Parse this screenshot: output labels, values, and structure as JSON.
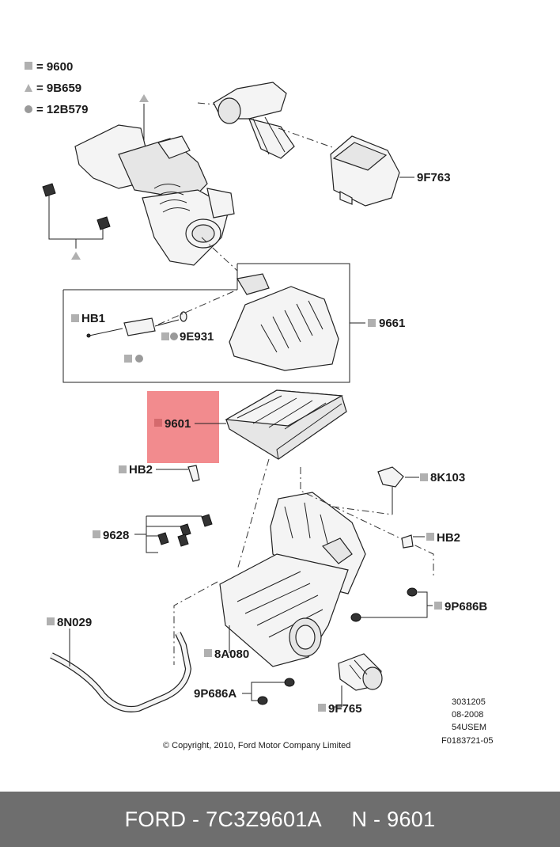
{
  "legend": [
    {
      "symbol": "square-icon",
      "text": "= 9600"
    },
    {
      "symbol": "triangle-icon",
      "text": "= 9B659"
    },
    {
      "symbol": "circle-icon",
      "text": "= 12B579"
    }
  ],
  "callouts": {
    "c9F763": "9F763",
    "cHB1": "HB1",
    "c9E931": "9E931",
    "c9661": "9661",
    "c9601": "9601",
    "cHB2a": "HB2",
    "c8K103": "8K103",
    "c9628": "9628",
    "cHB2b": "HB2",
    "c9P686B": "9P686B",
    "c8N029": "8N029",
    "c8A080": "8A080",
    "c9P686A": "9P686A",
    "c9F765": "9F765"
  },
  "stamp": {
    "line1": "3031205",
    "line2": "08-2008",
    "line3": "54USEM",
    "line4": "F0183721-05"
  },
  "copyright": "© Copyright, 2010, Ford Motor Company Limited",
  "highlight_color": "#f28b8e",
  "footer": {
    "text": "FORD - 7C3Z9601A     N - 9601"
  }
}
